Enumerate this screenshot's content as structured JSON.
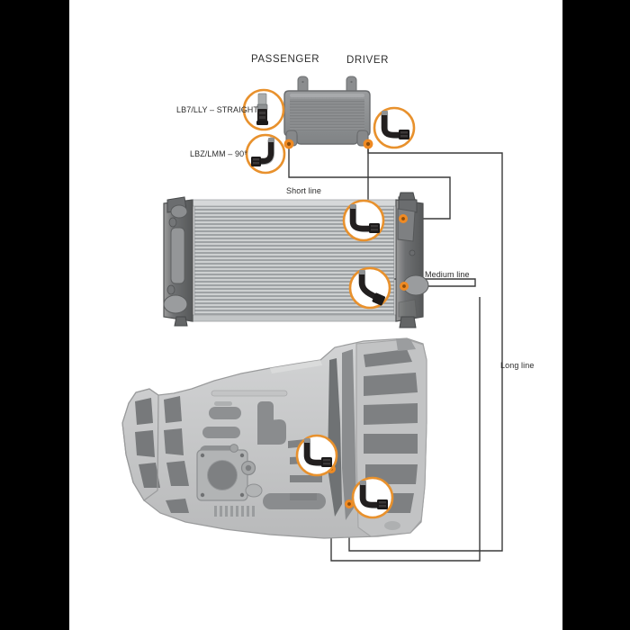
{
  "diagram": {
    "title_passenger": "PASSENGER",
    "title_driver": "DRIVER",
    "fitting_straight_label": "LB7/LLY – STRAIGHT",
    "fitting_90_label": "LBZ/LMM – 90°",
    "line_short_label": "Short line",
    "line_medium_label": "Medium line",
    "line_long_label": "Long line",
    "colors": {
      "accent_orange": "#e8912d",
      "port_orange": "#ef8a23",
      "line_dark": "#3a3a3a",
      "background": "#ffffff",
      "letterbox": "#000000",
      "metal_grey": "#8b8b8b",
      "metal_light": "#c9c9c9",
      "fin_grey": "#b9bcbd",
      "trans_body": "#c6c7c8",
      "trans_dark": "#6f7274",
      "fitting_black": "#221f1f"
    },
    "components": [
      {
        "name": "transmission-cooler",
        "label": "transmission cooler"
      },
      {
        "name": "intercooler",
        "label": "intercooler / charge air cooler"
      },
      {
        "name": "transmission",
        "label": "automatic transmission"
      }
    ],
    "callouts": [
      {
        "name": "callout-straight-fitting",
        "type": "straight",
        "attached_to": "passenger-port"
      },
      {
        "name": "callout-90-fitting",
        "type": "elbow-90",
        "attached_to": "passenger-port"
      },
      {
        "name": "callout-driver-fitting",
        "type": "elbow-90",
        "attached_to": "driver-port"
      },
      {
        "name": "callout-cooler-upper",
        "type": "elbow-90",
        "attached_to": "intercooler-upper-port"
      },
      {
        "name": "callout-cooler-lower",
        "type": "elbow-90",
        "attached_to": "intercooler-lower-port"
      },
      {
        "name": "callout-trans-upper",
        "type": "elbow-90",
        "attached_to": "transmission-upper-port"
      },
      {
        "name": "callout-trans-lower",
        "type": "elbow-90",
        "attached_to": "transmission-lower-port"
      }
    ],
    "ports": [
      {
        "name": "passenger-port"
      },
      {
        "name": "driver-port"
      },
      {
        "name": "intercooler-upper-port"
      },
      {
        "name": "intercooler-lower-port"
      },
      {
        "name": "transmission-upper-port"
      },
      {
        "name": "transmission-lower-port"
      }
    ]
  }
}
